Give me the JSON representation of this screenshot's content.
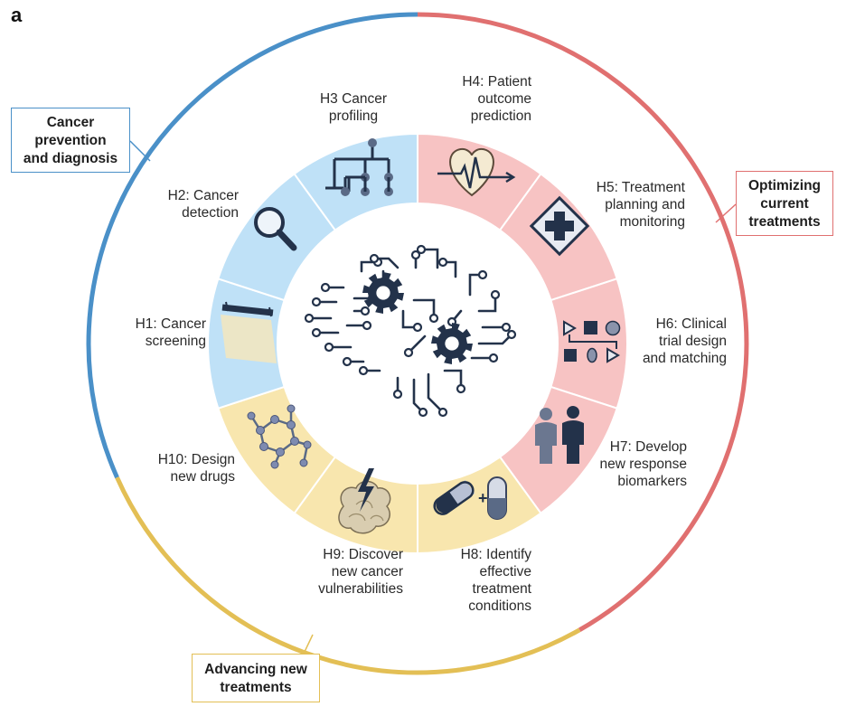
{
  "panel_letter": "a",
  "colors": {
    "blue": "#4a90c8",
    "red": "#e07070",
    "yellow": "#e3bf55",
    "blue_fill": "#bfe1f7",
    "red_fill": "#f7c3c3",
    "yellow_fill": "#f8e6ae",
    "dark": "#23324a"
  },
  "categories": {
    "prevention": {
      "lines": [
        "Cancer",
        "prevention",
        "and diagnosis"
      ],
      "color": "#4a90c8"
    },
    "optimizing": {
      "lines": [
        "Optimizing",
        "current",
        "treatments"
      ],
      "color": "#e07070"
    },
    "advancing": {
      "lines": [
        "Advancing new",
        "treatments"
      ],
      "color": "#e3bf55"
    }
  },
  "segments": [
    {
      "id": "h1",
      "lines": [
        "H1: Cancer",
        "screening"
      ],
      "icon": "microscope-slide-icon",
      "group": "prevention"
    },
    {
      "id": "h2",
      "lines": [
        "H2: Cancer",
        "detection"
      ],
      "icon": "magnifier-icon",
      "group": "prevention"
    },
    {
      "id": "h3",
      "lines": [
        "H3 Cancer",
        "profiling"
      ],
      "icon": "tree-hierarchy-icon",
      "group": "prevention"
    },
    {
      "id": "h4",
      "lines": [
        "H4: Patient",
        "outcome",
        "prediction"
      ],
      "icon": "heartbeat-icon",
      "group": "optimizing"
    },
    {
      "id": "h5",
      "lines": [
        "H5: Treatment",
        "planning and",
        "monitoring"
      ],
      "icon": "medical-cross-icon",
      "group": "optimizing"
    },
    {
      "id": "h6",
      "lines": [
        "H6: Clinical",
        "trial design",
        "and matching"
      ],
      "icon": "shapes-matching-icon",
      "group": "optimizing"
    },
    {
      "id": "h7",
      "lines": [
        "H7: Develop",
        "new response",
        "biomarkers"
      ],
      "icon": "people-icon",
      "group": "optimizing"
    },
    {
      "id": "h8",
      "lines": [
        "H8: Identify",
        "effective",
        "treatment",
        "conditions"
      ],
      "icon": "pills-icon",
      "group": "advancing"
    },
    {
      "id": "h9",
      "lines": [
        "H9: Discover",
        "new cancer",
        "vulnerabilities"
      ],
      "icon": "tumor-bolt-icon",
      "group": "advancing"
    },
    {
      "id": "h10",
      "lines": [
        "H10: Design",
        "new drugs"
      ],
      "icon": "molecule-icon",
      "group": "advancing"
    }
  ],
  "center_icon": "ai-brain-gears-icon"
}
